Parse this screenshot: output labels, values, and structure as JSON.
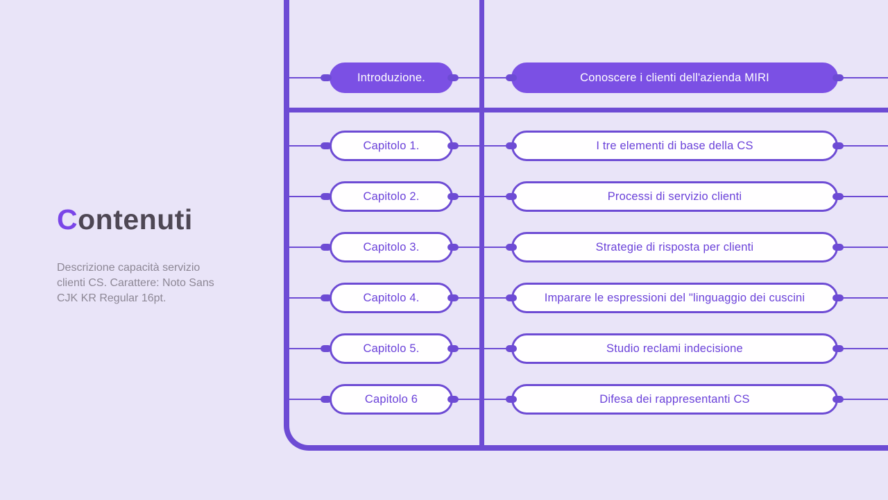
{
  "theme": {
    "background": "#e9e4f8",
    "accent": "#6d4bd4",
    "filled_button": "#7b50e4",
    "button_text": "#6a41d9",
    "title_dark": "#4e4754",
    "title_purple": "#7a45e8",
    "description_gray": "#8d8795"
  },
  "sidebar": {
    "title_first_letter": "C",
    "title_rest": "ontenuti",
    "description": "Descrizione capacità servizio\nclienti CS. Carattere: Noto Sans\nCJK KR Regular 16pt."
  },
  "toc": {
    "rows": [
      {
        "left": "Introduzione.",
        "right": "Conoscere i clienti dell'azienda MIRI",
        "filled": true
      },
      {
        "left": "Capitolo 1.",
        "right": "I tre elementi di base della CS",
        "filled": false
      },
      {
        "left": "Capitolo 2.",
        "right": "Processi di servizio clienti",
        "filled": false
      },
      {
        "left": "Capitolo 3.",
        "right": "Strategie di risposta per clienti",
        "filled": false
      },
      {
        "left": "Capitolo 4.",
        "right": "Imparare le espressioni del \"linguaggio dei cuscini",
        "filled": false
      },
      {
        "left": "Capitolo 5.",
        "right": "Studio reclami indecisione",
        "filled": false
      },
      {
        "left": "Capitolo 6",
        "right": "Difesa dei rappresentanti CS",
        "filled": false
      }
    ]
  }
}
